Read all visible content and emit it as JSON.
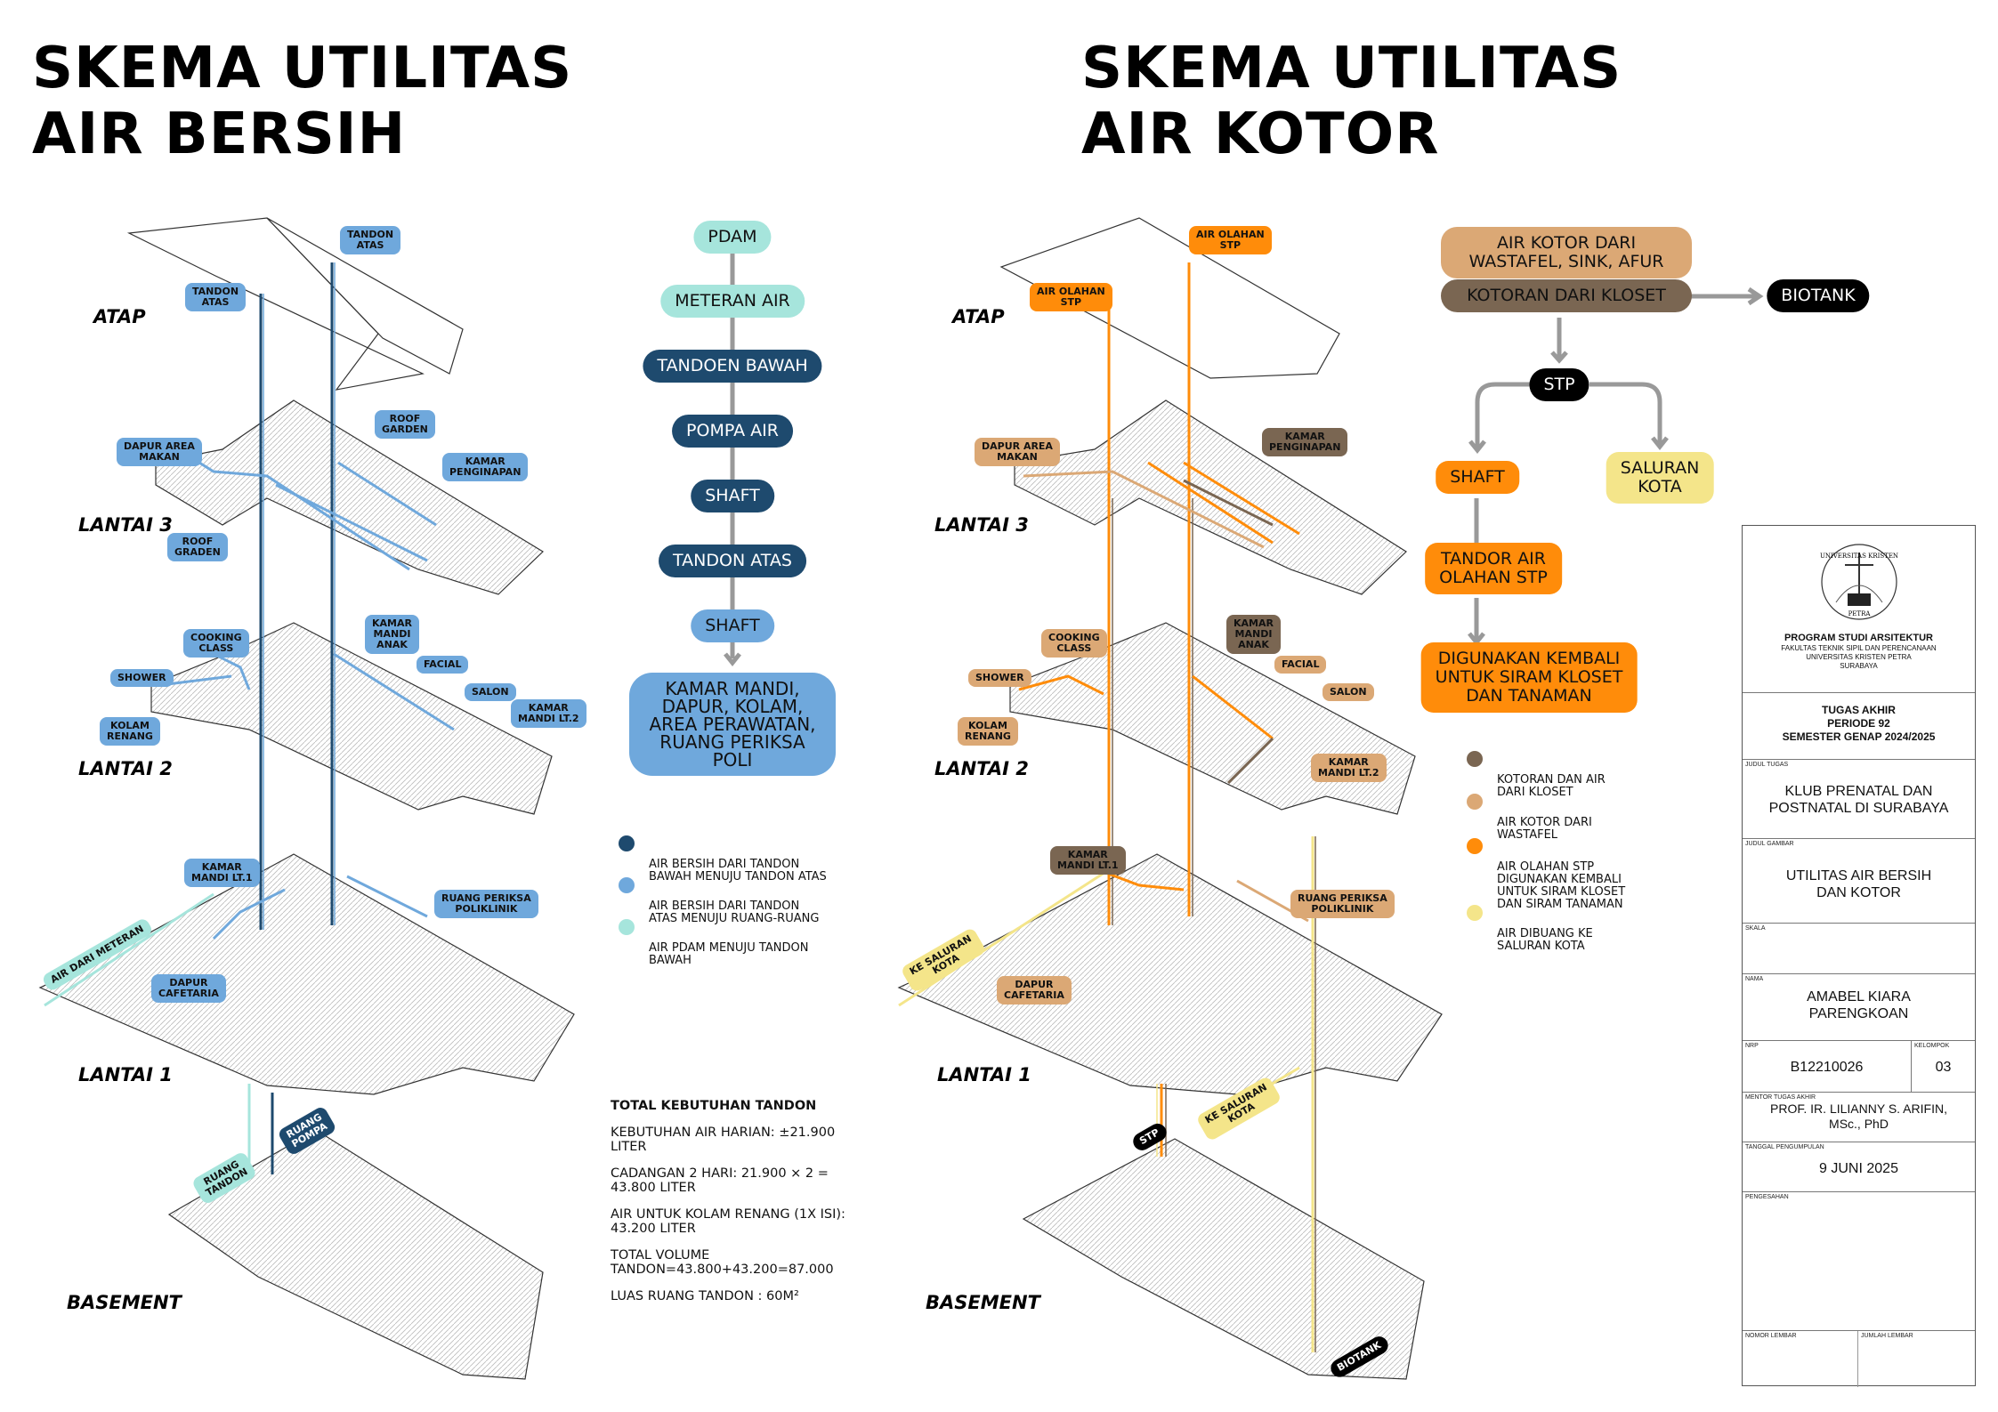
{
  "left": {
    "title_line1": "SKEMA UTILITAS",
    "title_line2": "AIR BERSIH",
    "floors": [
      "ATAP",
      "LANTAI 3",
      "LANTAI 2",
      "LANTAI 1",
      "BASEMENT"
    ],
    "tags": {
      "tandon_atas_1": "TANDON\nATAS",
      "tandon_atas_2": "TANDON\nATAS",
      "roof_garden": "ROOF\nGARDEN",
      "dapur_area_makan": "DAPUR AREA\nMAKAN",
      "kamar_penginapan": "KAMAR\nPENGINAPAN",
      "roof_graden": "ROOF\nGRADEN",
      "cooking_class": "COOKING\nCLASS",
      "kamar_mandi_anak": "KAMAR\nMANDI\nANAK",
      "facial": "FACIAL",
      "shower": "SHOWER",
      "salon": "SALON",
      "kamar_mandi_lt2": "KAMAR\nMANDI LT.2",
      "kolam_renang": "KOLAM\nRENANG",
      "kamar_mandi_lt1": "KAMAR\nMANDI LT.1",
      "ruang_periksa": "RUANG PERIKSA\nPOLIKLINIK",
      "air_dari_meteran": "AIR DARI METERAN",
      "dapur_cafetaria": "DAPUR\nCAFETARIA",
      "ruang_pompa": "RUANG\nPOMPA",
      "ruang_tandon": "RUANG\nTANDON"
    },
    "flow": [
      {
        "label": "PDAM",
        "style": "mint"
      },
      {
        "label": "METERAN AIR",
        "style": "mint"
      },
      {
        "label": "TANDOEN BAWAH",
        "style": "navy"
      },
      {
        "label": "POMPA AIR",
        "style": "navy"
      },
      {
        "label": "SHAFT",
        "style": "navy"
      },
      {
        "label": "TANDON ATAS",
        "style": "navy"
      },
      {
        "label": "SHAFT",
        "style": "lb"
      },
      {
        "label": "KAMAR MANDI,\nDAPUR, KOLAM,\nAREA PERAWATAN,\nRUANG PERIKSA\nPOLI",
        "style": "lb"
      }
    ],
    "legend": [
      {
        "color": "#1E4A6E",
        "label": "AIR BERSIH DARI TANDON\nBAWAH MENUJU TANDON ATAS"
      },
      {
        "color": "#6FA8DC",
        "label": "AIR BERSIH DARI TANDON\nATAS MENUJU RUANG-RUANG"
      },
      {
        "color": "#A6E5DC",
        "label": "AIR PDAM MENUJU TANDON\nBAWAH"
      }
    ],
    "calc": {
      "heading": "TOTAL KEBUTUHAN TANDON",
      "lines": [
        "KEBUTUHAN AIR HARIAN: ±21.900\nLITER",
        "CADANGAN 2 HARI: 21.900 × 2 =\n43.800 LITER",
        "AIR UNTUK KOLAM RENANG (1X ISI):\n43.200 LITER",
        "TOTAL VOLUME\nTANDON=43.800+43.200=87.000",
        "LUAS RUANG TANDON : 60M²"
      ]
    }
  },
  "right": {
    "title_line1": "SKEMA UTILITAS",
    "title_line2": "AIR KOTOR",
    "floors": [
      "ATAP",
      "LANTAI 3",
      "LANTAI 2",
      "LANTAI 1",
      "BASEMENT"
    ],
    "tags": {
      "air_olahan_stp_1": "AIR OLAHAN\nSTP",
      "air_olahan_stp_2": "AIR OLAHAN\nSTP",
      "dapur_area_makan": "DAPUR AREA\nMAKAN",
      "kamar_penginapan": "KAMAR\nPENGINAPAN",
      "cooking_class": "COOKING\nCLASS",
      "kamar_mandi_anak": "KAMAR\nMANDI\nANAK",
      "facial": "FACIAL",
      "shower": "SHOWER",
      "salon": "SALON",
      "kolam_renang": "KOLAM\nRENANG",
      "kamar_mandi_lt2": "KAMAR\nMANDI LT.2",
      "kamar_mandi_lt1": "KAMAR\nMANDI LT.1",
      "ruang_periksa": "RUANG PERIKSA\nPOLIKLINIK",
      "ke_saluran_kota_1": "KE SALURAN\nKOTA",
      "dapur_cafetaria": "DAPUR\nCAFETARIA",
      "ke_saluran_kota_2": "KE SALURAN\nKOTA",
      "stp": "STP",
      "biotank": "BIOTANK"
    },
    "flow": {
      "air_kotor": "AIR KOTOR DARI\nWASTAFEL, SINK, AFUR",
      "kotoran": "KOTORAN DARI KLOSET",
      "biotank": "BIOTANK",
      "stp": "STP",
      "shaft": "SHAFT",
      "saluran_kota": "SALURAN\nKOTA",
      "tandor": "TANDOR AIR\nOLAHAN STP",
      "digunakan": "DIGUNAKAN KEMBALI\nUNTUK SIRAM KLOSET\nDAN TANAMAN"
    },
    "legend": [
      {
        "color": "#7A6652",
        "label": "KOTORAN DAN AIR\nDARI KLOSET"
      },
      {
        "color": "#DBA875",
        "label": "AIR KOTOR DARI\nWASTAFEL"
      },
      {
        "color": "#FF8C0A",
        "label": "AIR OLAHAN STP\nDIGUNAKAN KEMBALI\nUNTUK SIRAM KLOSET\nDAN SIRAM TANAMAN"
      },
      {
        "color": "#F4E58A",
        "label": "AIR DIBUANG KE\nSALURAN KOTA"
      }
    ]
  },
  "title_block": {
    "logo_text_top": "UNIVERSITAS KRISTEN",
    "logo_text_bottom": "PETRA",
    "program": "PROGRAM STUDI ARSITEKTUR",
    "faculty": "FAKULTAS TEKNIK SIPIL DAN PERENCANAAN",
    "university": "UNIVERSITAS KRISTEN PETRA",
    "city": "SURABAYA",
    "course": "TUGAS AKHIR\nPERIODE 92\nSEMESTER GENAP 2024/2025",
    "judul_tugas_label": "JUDUL TUGAS",
    "judul_tugas": "KLUB PRENATAL DAN\nPOSTNATAL DI SURABAYA",
    "judul_gambar_label": "JUDUL GAMBAR",
    "judul_gambar": "UTILITAS AIR BERSIH\nDAN KOTOR",
    "skala_label": "SKALA",
    "skala": "",
    "nama_label": "NAMA",
    "nama": "AMABEL KIARA\nPARENGKOAN",
    "nrp_label": "NRP",
    "nrp": "B12210026",
    "kelompok_label": "KELOMPOK",
    "kelompok": "03",
    "mentor_label": "MENTOR TUGAS AKHIR",
    "mentor": "PROF. IR. LILIANNY S. ARIFIN,\nMSc., PhD",
    "tanggal_label": "TANGGAL PENGUMPULAN",
    "tanggal": "9 JUNI 2025",
    "pengesahan_label": "PENGESAHAN",
    "nomor_lembar_label": "NOMOR LEMBAR",
    "jumlah_lembar_label": "JUMLAH LEMBAR"
  },
  "colors": {
    "navy": "#1E4A6E",
    "light_blue": "#6FA8DC",
    "mint": "#A6E5DC",
    "tan": "#DBA875",
    "brown": "#7A6652",
    "orange": "#FF8C0A",
    "yellow": "#F4E58A",
    "arrow_gray": "#999999"
  }
}
